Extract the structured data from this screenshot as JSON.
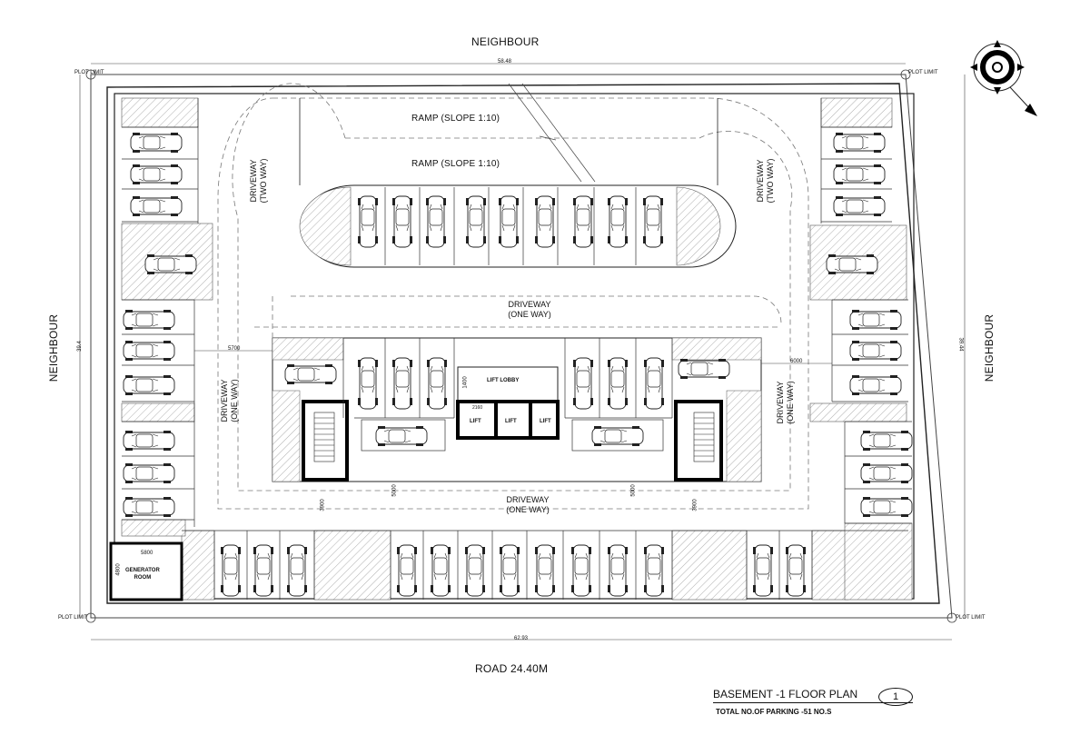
{
  "labels": {
    "neighbour_top": "NEIGHBOUR",
    "neighbour_left": "NEIGHBOUR",
    "neighbour_right": "NEIGHBOUR",
    "road": "ROAD 24.40M",
    "plot_limit": "PLOT LIMIT",
    "dim_top": "58.48",
    "dim_bottom": "62.93",
    "dim_left": "39.4",
    "dim_right": "39.44",
    "ramp_upper": "RAMP (SLOPE 1:10)",
    "ramp_lower": "RAMP (SLOPE 1:10)",
    "driveway_two_way_line1": "DRIVEWAY",
    "driveway_two_way_line2": "(TWO WAY)",
    "driveway_one_way_line1": "DRIVEWAY",
    "driveway_one_way_line2": "(ONE WAY)",
    "lift_lobby": "LIFT LOBBY",
    "lift": "LIFT",
    "generator_room_line1": "GENERATOR",
    "generator_room_line2": "ROOM",
    "dim_5700": "5700",
    "dim_6000": "6000",
    "dim_3900": "3900",
    "dim_5000": "5000",
    "dim_5800": "5800",
    "dim_4800": "4800",
    "dim_1400": "1400",
    "dim_2160": "2160"
  },
  "title_block": {
    "title": "BASEMENT -1 FLOOR PLAN",
    "subtitle": "TOTAL NO.OF PARKING -51 NO.S",
    "sheet_number": "1"
  },
  "compass": {
    "icon": "north-arrow-icon"
  },
  "parking": {
    "total_spaces": 51
  }
}
